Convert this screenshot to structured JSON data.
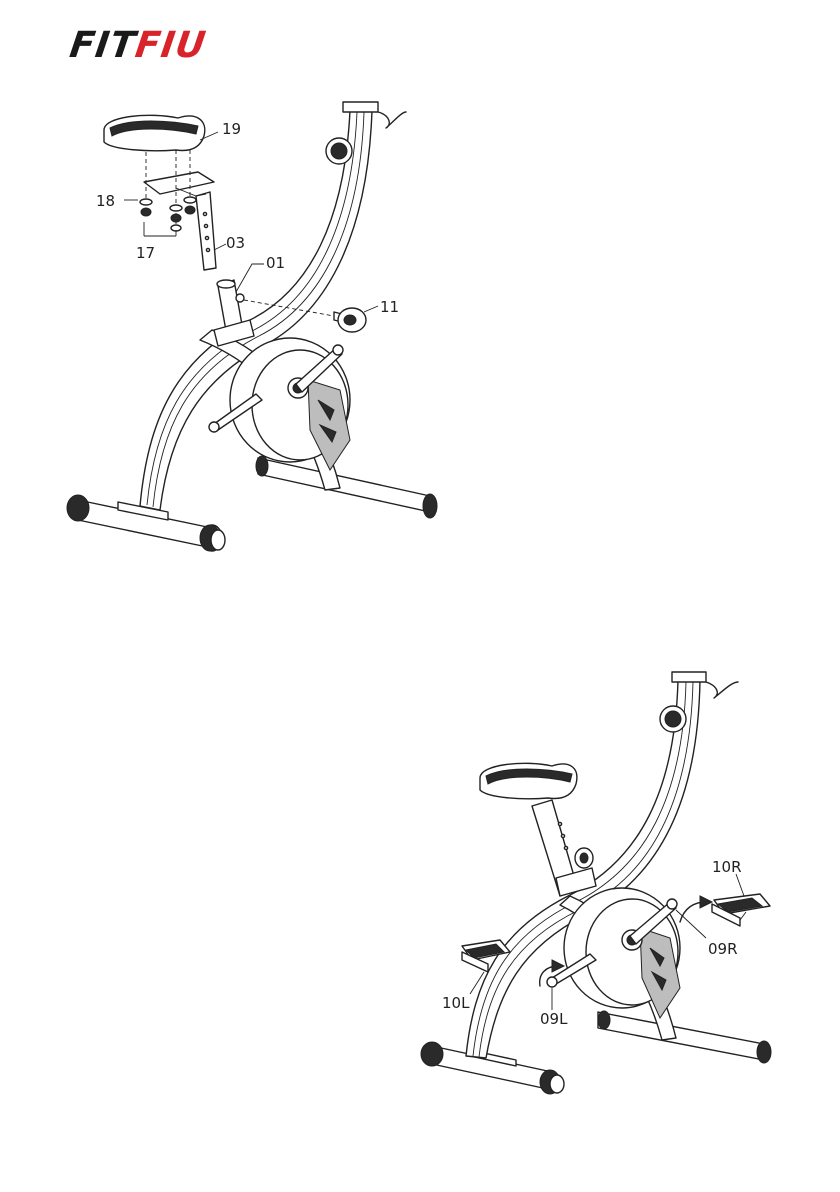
{
  "brand": {
    "logo_part1": "FIT",
    "logo_part2": "FIU",
    "accent": "#d8232a",
    "ink": "#1a1a1a"
  },
  "diagram1": {
    "labels": {
      "p19": "19",
      "p18": "18",
      "p17": "17",
      "p03": "03",
      "p01": "01",
      "p11": "11"
    }
  },
  "diagram2": {
    "labels": {
      "p10R": "10R",
      "p09R": "09R",
      "p10L": "10L",
      "p09L": "09L"
    }
  }
}
